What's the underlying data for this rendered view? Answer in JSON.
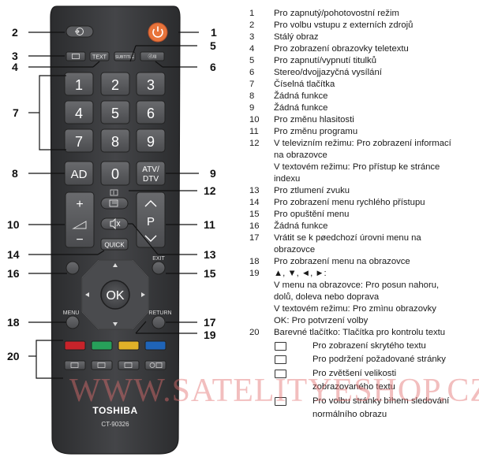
{
  "remote": {
    "brand": "TOSHIBA",
    "model": "CT-90326",
    "keys": {
      "text": "TEXT",
      "subtitle": "SUBTITLE",
      "stereo": "ⓓ/II",
      "digits": [
        "1",
        "2",
        "3",
        "4",
        "5",
        "6",
        "7",
        "8",
        "9",
        "0"
      ],
      "ad": "AD",
      "atv": "ATV/",
      "dtv": "DTV",
      "vol_plus": "+",
      "vol_minus": "−",
      "prog_p": "P",
      "quick": "QUICK",
      "ok": "OK",
      "exit": "EXIT",
      "menu": "MENU",
      "return": "RETURN"
    },
    "colors": {
      "body": "#3a3b3d",
      "red": "#c8232a",
      "green": "#27a05a",
      "yellow": "#e0b128",
      "blue": "#1f64b8",
      "power": "#e8743b"
    },
    "callouts": [
      "1",
      "2",
      "3",
      "4",
      "5",
      "6",
      "7",
      "8",
      "9",
      "10",
      "11",
      "12",
      "13",
      "14",
      "15",
      "16",
      "17",
      "18",
      "19",
      "20"
    ]
  },
  "legend": {
    "items": [
      {
        "n": "1",
        "t": "Pro zapnutý/pohotovostní režim"
      },
      {
        "n": "2",
        "t": "Pro volbu vstupu z externích zdrojů"
      },
      {
        "n": "3",
        "t": "Stálý obraz"
      },
      {
        "n": "4",
        "t": "Pro zobrazení obrazovky teletextu"
      },
      {
        "n": "5",
        "t": "Pro zapnutí/vypnutí titulků"
      },
      {
        "n": "6",
        "t": "Stereo/dvojjazyčná vysílání"
      },
      {
        "n": "7",
        "t": "Číselná tlačítka"
      },
      {
        "n": "8",
        "t": "Žádná funkce"
      },
      {
        "n": "9",
        "t": "Žádná funkce"
      },
      {
        "n": "10",
        "t": "Pro změnu hlasitosti"
      },
      {
        "n": "11",
        "t": "Pro změnu programu"
      },
      {
        "n": "12",
        "t": "V televizním režimu: Pro zobrazení informací"
      },
      {
        "n": "",
        "t": "na obrazovce"
      },
      {
        "n": "",
        "t": "V textovém režimu: Pro přístup ke stránce"
      },
      {
        "n": "",
        "t": "indexu"
      },
      {
        "n": "13",
        "t": "Pro ztlumení zvuku"
      },
      {
        "n": "14",
        "t": "Pro zobrazení menu rychlého přístupu"
      },
      {
        "n": "15",
        "t": "Pro opuštění menu"
      },
      {
        "n": "16",
        "t": "Žádná funkce"
      },
      {
        "n": "17",
        "t": "Vrátit se k pøedchozí úrovni menu na"
      },
      {
        "n": "",
        "t": "obrazovce"
      },
      {
        "n": "18",
        "t": "Pro zobrazení menu na obrazovce"
      },
      {
        "n": "19",
        "t": "▲, ▼, ◄, ►:"
      },
      {
        "n": "",
        "t": "V menu na obrazovce: Pro posun nahoru,"
      },
      {
        "n": "",
        "t": "dolů, doleva nebo doprava"
      },
      {
        "n": "",
        "t": "V textovém režimu: Pro zmìnu obrazovky"
      },
      {
        "n": "",
        "t": "OK: Pro potvrzení volby"
      },
      {
        "n": "20",
        "t": "Barevné tlačítko: Tlačítka pro kontrolu textu"
      }
    ],
    "sub_items": [
      {
        "icon": "reveal-icon",
        "t": "Pro zobrazení skrytého textu"
      },
      {
        "icon": "hold-icon",
        "t": "Pro podržení požadované stránky"
      },
      {
        "icon": "size-icon",
        "t": "Pro zvětšení velikosti"
      },
      {
        "icon": "",
        "t": "zobrazovaného textu"
      },
      {
        "icon": "time-icon",
        "t": "Pro volbu stránky bìhem sledování"
      },
      {
        "icon": "",
        "t": "normálního obrazu"
      }
    ]
  },
  "watermark": "WWW.SATELITYESHOP.CZ"
}
